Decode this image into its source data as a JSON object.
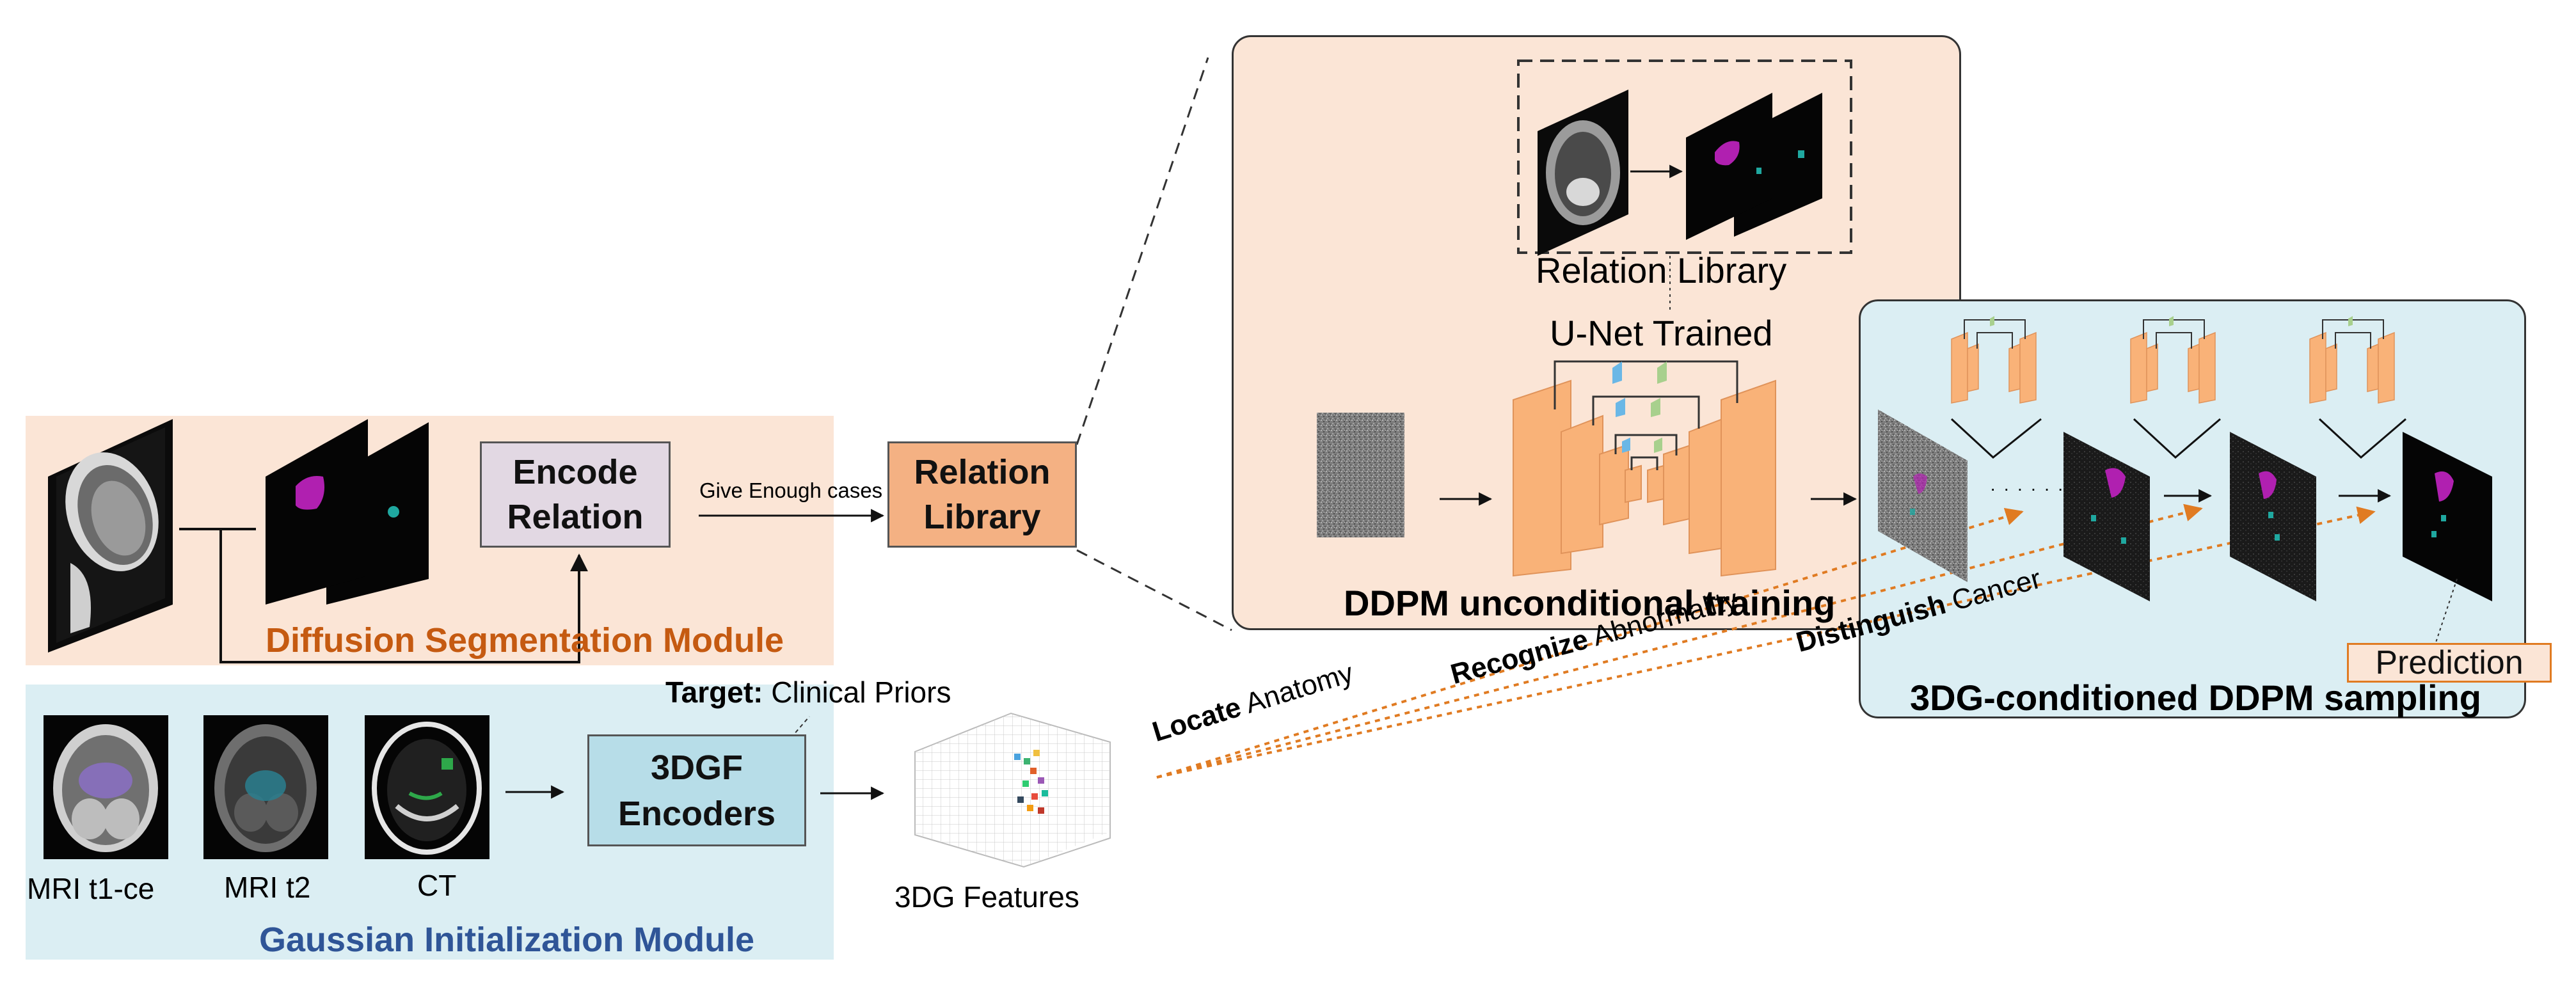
{
  "colors": {
    "seg_panel": "#fbe5d6",
    "gauss_panel": "#dbeef3",
    "unet_orange": "#f9b278",
    "relation_box": "#f4b183",
    "encode_box": "#e2d8e3",
    "encoder_box": "#b7dde8",
    "seg_title": "#c55a11",
    "gauss_title": "#2f5597",
    "dotted_arrow": "#e07b22",
    "mask_purple": "#b020b0",
    "mask_teal": "#1fa8a0"
  },
  "diffusion_module": {
    "title": "Diffusion Segmentation Module",
    "encode_relation": [
      "Encode",
      "Relation"
    ],
    "arrow_label": "Give Enough cases",
    "relation_library": [
      "Relation",
      "Library"
    ]
  },
  "gaussian_module": {
    "title": "Gaussian Initialization Module",
    "target_bold": "Target:",
    "target_text": "Clinical Priors",
    "images": [
      "MRI t1-ce",
      "MRI t2",
      "CT"
    ],
    "encoders": [
      "3DGF",
      "Encoders"
    ],
    "features_label": "3DG Features"
  },
  "training_panel": {
    "relation_library_label": "Relation Library",
    "unet_label": "U-Net Trained",
    "title": "DDPM unconditional training"
  },
  "sampling_panel": {
    "title": "3DG-conditioned DDPM sampling",
    "prediction": "Prediction",
    "dots": "· · · · · ·"
  },
  "guidance": [
    {
      "bold": "Locate",
      "text": " Anatomy"
    },
    {
      "bold": "Recognize",
      "text": " Abnormality"
    },
    {
      "bold": "Distinguish",
      "text": " Cancer"
    }
  ]
}
